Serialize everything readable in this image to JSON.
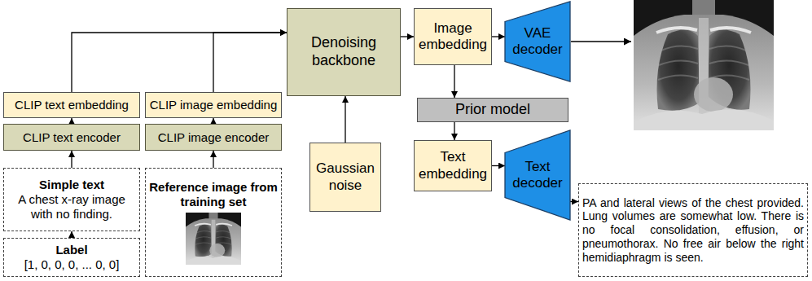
{
  "diagram": {
    "nodes": [
      {
        "text": [
          "Label",
          "[1, 0, 0, 0, ... 0, 0]"
        ]
      },
      {
        "text": [
          "Simple text",
          "A chest x-ray image with no finding."
        ]
      },
      {
        "text": [
          "Reference image from training set"
        ]
      },
      {
        "text": [
          "CLIP text encoder"
        ]
      },
      {
        "text": [
          "CLIP image encoder"
        ]
      },
      {
        "text": [
          "CLIP text embedding"
        ]
      },
      {
        "text": [
          "CLIP image embedding"
        ]
      },
      {
        "text": [
          "Denoising backbone"
        ]
      },
      {
        "text": [
          "Gaussian noise"
        ]
      },
      {
        "text": [
          "Image embedding"
        ]
      },
      {
        "text": [
          "VAE decoder"
        ]
      },
      {
        "text": [
          "Prior model"
        ]
      },
      {
        "text": [
          "Text embedding"
        ]
      },
      {
        "text": [
          "Text decoder"
        ]
      },
      {
        "text": [
          "PA and lateral views of the chest provided. Lung volumes are somewhat low. There is no focal consolidation, effusion, or pneumothorax. No free air below the right hemidiaphragm is seen."
        ]
      }
    ],
    "edges": [
      {
        "from": 0,
        "to": 1,
        "arrow": "to"
      },
      {
        "from": 1,
        "to": 3,
        "arrow": "to"
      },
      {
        "from": 2,
        "to": 4,
        "arrow": "to"
      },
      {
        "from": 3,
        "to": 5,
        "arrow": "to"
      },
      {
        "from": 4,
        "to": 6,
        "arrow": "to"
      },
      {
        "from": 5,
        "to": 7,
        "arrow": "to"
      },
      {
        "from": 6,
        "to": 7,
        "arrow": "to"
      },
      {
        "from": 8,
        "to": 7,
        "arrow": "to"
      },
      {
        "from": 7,
        "to": 9,
        "arrow": "to"
      },
      {
        "from": 9,
        "to": 10,
        "arrow": "to"
      },
      {
        "from": 9,
        "to": 11,
        "arrow": "to"
      },
      {
        "from": 11,
        "to": 12,
        "arrow": "to"
      },
      {
        "from": 12,
        "to": 13,
        "arrow": "to"
      },
      {
        "from": 13,
        "to": 14,
        "arrow": "to"
      }
    ]
  }
}
